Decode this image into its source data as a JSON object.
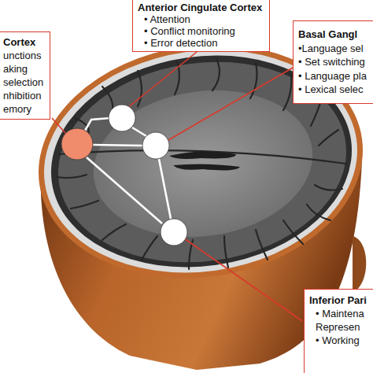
{
  "diagram": {
    "nodes": [
      {
        "text": [
          "Anterior Cingulate Cortex",
          "• Attention",
          "• Conflict monitoring",
          "• Error detection"
        ]
      },
      {
        "text": [
          "Cortex",
          "unctions",
          "aking",
          "selection",
          "nhibition",
          "emory"
        ]
      },
      {
        "text": [
          "Basal Gangl",
          "•Language sel",
          "• Set switching",
          "• Language pla",
          "• Lexical selec"
        ]
      },
      {
        "text": [
          "Inferior Pari",
          "• Maintena",
          "Represen",
          "• Working"
        ]
      }
    ]
  }
}
